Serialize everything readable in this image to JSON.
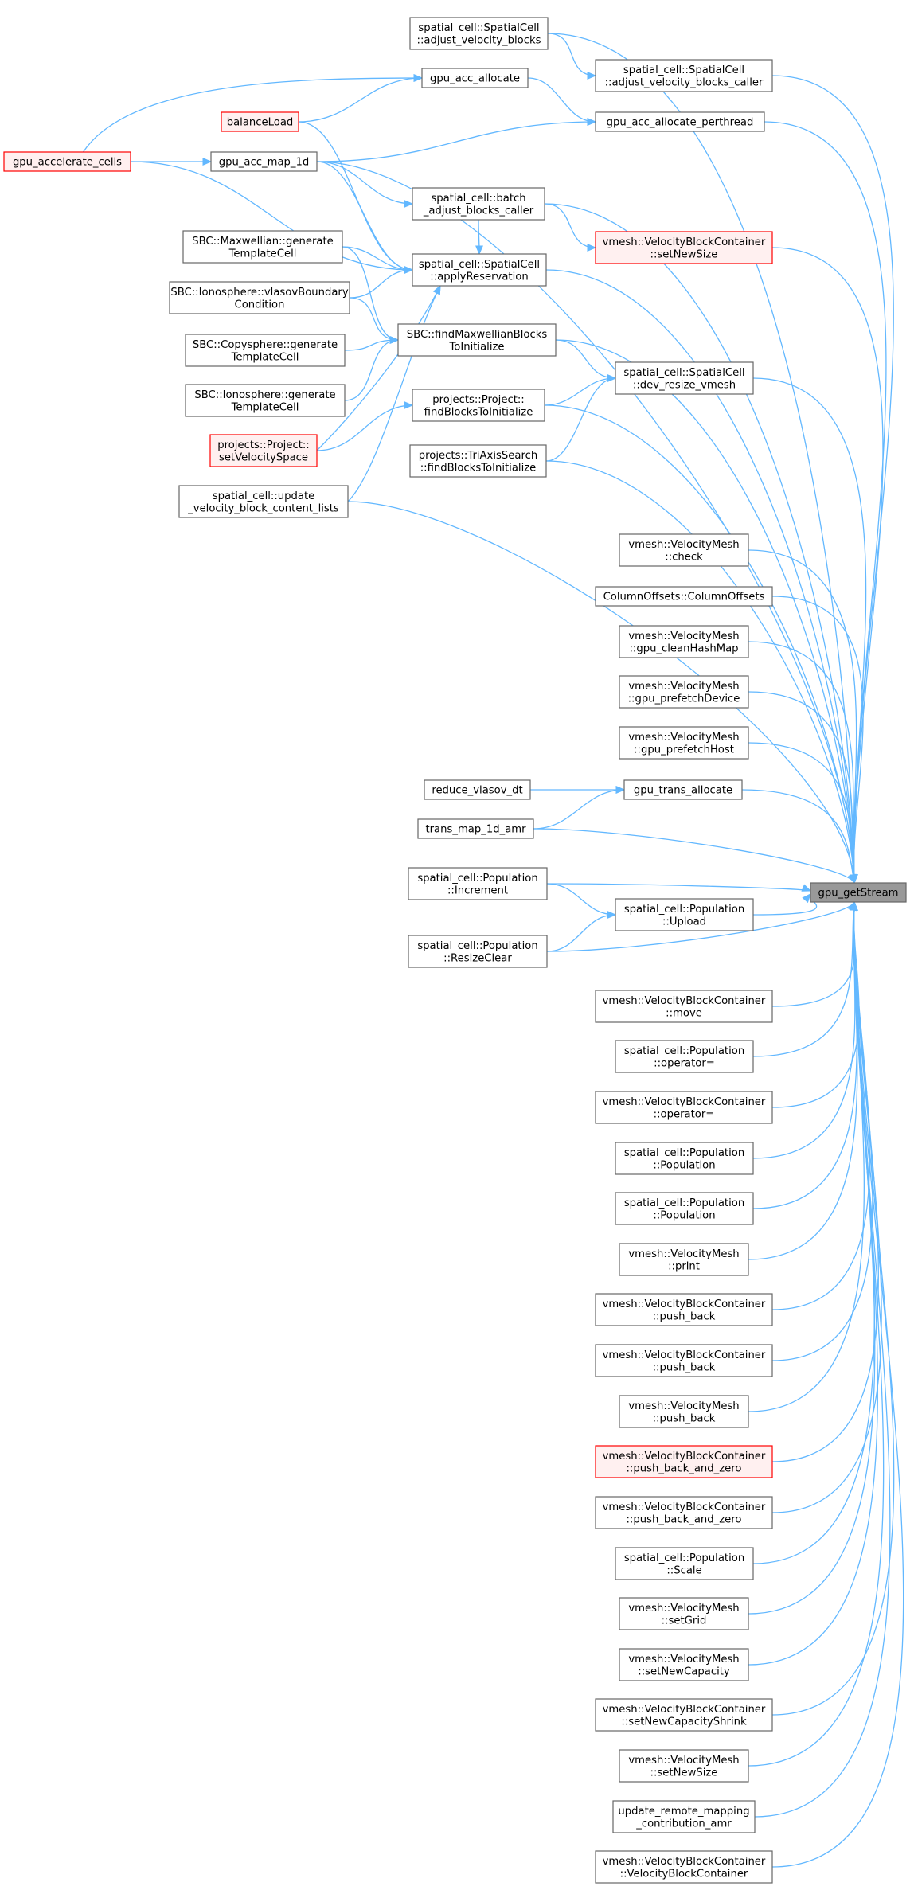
{
  "diagram": {
    "target": "gpu_getStream",
    "colors": {
      "edge": "#63b8ff",
      "node_border": "#666666",
      "node_fill": "#ffffff",
      "highlight_border": "#ff0000",
      "highlight_fill": "#fff0f0",
      "target_fill": "#999999"
    },
    "nodes": [
      {
        "id": "n_adjust_vb",
        "style": "normal",
        "lines": [
          "spatial_cell::SpatialCell",
          "::adjust_velocity_blocks"
        ]
      },
      {
        "id": "n_adjust_vb_caller",
        "style": "normal",
        "lines": [
          "spatial_cell::SpatialCell",
          "::adjust_velocity_blocks_caller"
        ]
      },
      {
        "id": "n_gpu_acc_allocate",
        "style": "normal",
        "lines": [
          "gpu_acc_allocate"
        ]
      },
      {
        "id": "n_balanceLoad",
        "style": "highlight",
        "lines": [
          "balanceLoad"
        ]
      },
      {
        "id": "n_gpu_acc_alloc_pt",
        "style": "normal",
        "lines": [
          "gpu_acc_allocate_perthread"
        ]
      },
      {
        "id": "n_gpu_accelerate_cells",
        "style": "highlight",
        "lines": [
          "gpu_accelerate_cells"
        ]
      },
      {
        "id": "n_gpu_acc_map_1d",
        "style": "normal",
        "lines": [
          "gpu_acc_map_1d"
        ]
      },
      {
        "id": "n_batch_adjust",
        "style": "normal",
        "lines": [
          "spatial_cell::batch",
          "_adjust_blocks_caller"
        ]
      },
      {
        "id": "n_vbc_setNewSize",
        "style": "highlight",
        "lines": [
          "vmesh::VelocityBlockContainer",
          "::setNewSize"
        ]
      },
      {
        "id": "n_sbc_maxw_gen",
        "style": "normal",
        "lines": [
          "SBC::Maxwellian::generate",
          "TemplateCell"
        ]
      },
      {
        "id": "n_apply_res",
        "style": "normal",
        "lines": [
          "spatial_cell::SpatialCell",
          "::applyReservation"
        ]
      },
      {
        "id": "n_sbc_iono_vlasov",
        "style": "normal",
        "lines": [
          "SBC::Ionosphere::vlasovBoundary",
          "Condition"
        ]
      },
      {
        "id": "n_sbc_findmaxw",
        "style": "normal",
        "lines": [
          "SBC::findMaxwellianBlocks",
          "ToInitialize"
        ]
      },
      {
        "id": "n_sbc_copy_gen",
        "style": "normal",
        "lines": [
          "SBC::Copysphere::generate",
          "TemplateCell"
        ]
      },
      {
        "id": "n_dev_resize",
        "style": "normal",
        "lines": [
          "spatial_cell::SpatialCell",
          "::dev_resize_vmesh"
        ]
      },
      {
        "id": "n_sbc_iono_gen",
        "style": "normal",
        "lines": [
          "SBC::Ionosphere::generate",
          "TemplateCell"
        ]
      },
      {
        "id": "n_proj_find",
        "style": "normal",
        "lines": [
          "projects::Project::",
          "findBlocksToInitialize"
        ]
      },
      {
        "id": "n_proj_setvel",
        "style": "highlight",
        "lines": [
          "projects::Project::",
          "setVelocitySpace"
        ]
      },
      {
        "id": "n_triaxis",
        "style": "normal",
        "lines": [
          "projects::TriAxisSearch",
          "::findBlocksToInitialize"
        ]
      },
      {
        "id": "n_update_vbcl",
        "style": "normal",
        "lines": [
          "spatial_cell::update",
          "_velocity_block_content_lists"
        ]
      },
      {
        "id": "n_vm_check",
        "style": "normal",
        "lines": [
          "vmesh::VelocityMesh",
          "::check"
        ]
      },
      {
        "id": "n_coloffsets",
        "style": "normal",
        "lines": [
          "ColumnOffsets::ColumnOffsets"
        ]
      },
      {
        "id": "n_vm_cleanhash",
        "style": "normal",
        "lines": [
          "vmesh::VelocityMesh",
          "::gpu_cleanHashMap"
        ]
      },
      {
        "id": "n_vm_prefdev",
        "style": "normal",
        "lines": [
          "vmesh::VelocityMesh",
          "::gpu_prefetchDevice"
        ]
      },
      {
        "id": "n_vm_prefhost",
        "style": "normal",
        "lines": [
          "vmesh::VelocityMesh",
          "::gpu_prefetchHost"
        ]
      },
      {
        "id": "n_reduce_vdt",
        "style": "normal",
        "lines": [
          "reduce_vlasov_dt"
        ]
      },
      {
        "id": "n_gpu_trans_alloc",
        "style": "normal",
        "lines": [
          "gpu_trans_allocate"
        ]
      },
      {
        "id": "n_trans_map",
        "style": "normal",
        "lines": [
          "trans_map_1d_amr"
        ]
      },
      {
        "id": "n_pop_increment",
        "style": "normal",
        "lines": [
          "spatial_cell::Population",
          "::Increment"
        ]
      },
      {
        "id": "n_getstream",
        "style": "target",
        "lines": [
          "gpu_getStream"
        ]
      },
      {
        "id": "n_pop_upload",
        "style": "normal",
        "lines": [
          "spatial_cell::Population",
          "::Upload"
        ]
      },
      {
        "id": "n_pop_resizeclear",
        "style": "normal",
        "lines": [
          "spatial_cell::Population",
          "::ResizeClear"
        ]
      },
      {
        "id": "n_vbc_move",
        "style": "normal",
        "lines": [
          "vmesh::VelocityBlockContainer",
          "::move"
        ]
      },
      {
        "id": "n_pop_opeq",
        "style": "normal",
        "lines": [
          "spatial_cell::Population",
          "::operator="
        ]
      },
      {
        "id": "n_vbc_opeq",
        "style": "normal",
        "lines": [
          "vmesh::VelocityBlockContainer",
          "::operator="
        ]
      },
      {
        "id": "n_pop_pop1",
        "style": "normal",
        "lines": [
          "spatial_cell::Population",
          "::Population"
        ]
      },
      {
        "id": "n_pop_pop2",
        "style": "normal",
        "lines": [
          "spatial_cell::Population",
          "::Population"
        ]
      },
      {
        "id": "n_vm_print",
        "style": "normal",
        "lines": [
          "vmesh::VelocityMesh",
          "::print"
        ]
      },
      {
        "id": "n_vbc_pushback1",
        "style": "normal",
        "lines": [
          "vmesh::VelocityBlockContainer",
          "::push_back"
        ]
      },
      {
        "id": "n_vbc_pushback2",
        "style": "normal",
        "lines": [
          "vmesh::VelocityBlockContainer",
          "::push_back"
        ]
      },
      {
        "id": "n_vm_pushback",
        "style": "normal",
        "lines": [
          "vmesh::VelocityMesh",
          "::push_back"
        ]
      },
      {
        "id": "n_vbc_pbz1",
        "style": "highlight",
        "lines": [
          "vmesh::VelocityBlockContainer",
          "::push_back_and_zero"
        ]
      },
      {
        "id": "n_vbc_pbz2",
        "style": "normal",
        "lines": [
          "vmesh::VelocityBlockContainer",
          "::push_back_and_zero"
        ]
      },
      {
        "id": "n_pop_scale",
        "style": "normal",
        "lines": [
          "spatial_cell::Population",
          "::Scale"
        ]
      },
      {
        "id": "n_vm_setgrid",
        "style": "normal",
        "lines": [
          "vmesh::VelocityMesh",
          "::setGrid"
        ]
      },
      {
        "id": "n_vm_setnewcap",
        "style": "normal",
        "lines": [
          "vmesh::VelocityMesh",
          "::setNewCapacity"
        ]
      },
      {
        "id": "n_vbc_setnewcapshrink",
        "style": "normal",
        "lines": [
          "vmesh::VelocityBlockContainer",
          "::setNewCapacityShrink"
        ]
      },
      {
        "id": "n_vm_setnewsize",
        "style": "normal",
        "lines": [
          "vmesh::VelocityMesh",
          "::setNewSize"
        ]
      },
      {
        "id": "n_update_remote",
        "style": "normal",
        "lines": [
          "update_remote_mapping",
          "_contribution_amr"
        ]
      },
      {
        "id": "n_vbc_ctor",
        "style": "normal",
        "lines": [
          "vmesh::VelocityBlockContainer",
          "::VelocityBlockContainer"
        ]
      }
    ]
  }
}
